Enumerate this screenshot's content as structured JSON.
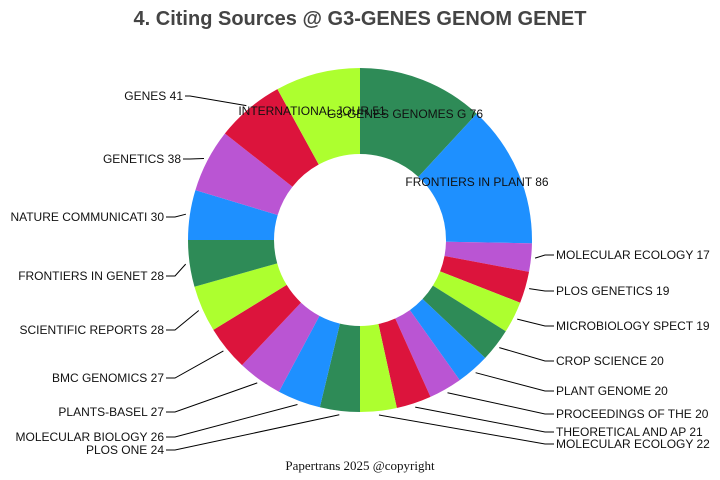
{
  "chart_data": {
    "type": "pie",
    "donut": true,
    "title": "4. Citing Sources @ G3-GENES GENOM GENET",
    "footer": "Papertrans 2025 @copyright",
    "palette": [
      "#2E8B57",
      "#1E90FF",
      "#BA55D3",
      "#DC143C",
      "#ADFF2F"
    ],
    "slices": [
      {
        "label": "G3-GENES GENOMES G",
        "value": 76
      },
      {
        "label": "FRONTIERS IN PLANT",
        "value": 86
      },
      {
        "label": "MOLECULAR ECOLOGY",
        "value": 17
      },
      {
        "label": "PLOS GENETICS",
        "value": 19
      },
      {
        "label": "MICROBIOLOGY SPECT",
        "value": 19
      },
      {
        "label": "CROP SCIENCE",
        "value": 20
      },
      {
        "label": "PLANT GENOME",
        "value": 20
      },
      {
        "label": "PROCEEDINGS OF THE",
        "value": 20
      },
      {
        "label": "THEORETICAL AND AP",
        "value": 21
      },
      {
        "label": "MOLECULAR ECOLOGY ",
        "value": 22
      },
      {
        "label": "PLOS ONE",
        "value": 24
      },
      {
        "label": "MOLECULAR BIOLOGY ",
        "value": 26
      },
      {
        "label": "PLANTS-BASEL",
        "value": 27
      },
      {
        "label": "BMC GENOMICS",
        "value": 27
      },
      {
        "label": "SCIENTIFIC REPORTS",
        "value": 28
      },
      {
        "label": "FRONTIERS IN GENET",
        "value": 28
      },
      {
        "label": "NATURE COMMUNICATI",
        "value": 30
      },
      {
        "label": "GENETICS",
        "value": 38
      },
      {
        "label": "GENES",
        "value": 41
      },
      {
        "label": "INTERNATIONAL JOUR",
        "value": 51
      }
    ]
  }
}
